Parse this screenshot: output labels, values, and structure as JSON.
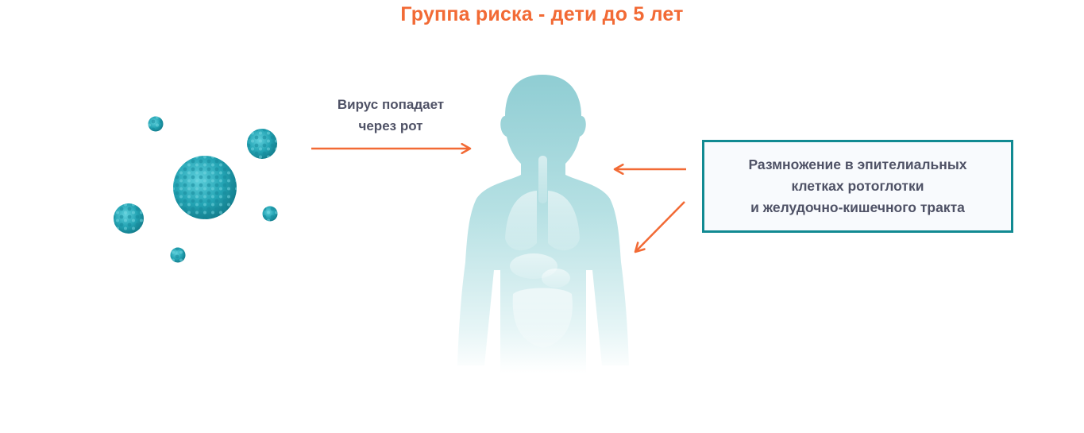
{
  "title": "Группа риска - дети до 5 лет",
  "entry_label": {
    "line1": "Вирус попадает",
    "line2": "через рот"
  },
  "replication_box": {
    "line1": "Размножение в эпителиальных",
    "line2": "клетках ротоглотки",
    "line3": "и желудочно-кишечного тракта"
  },
  "colors": {
    "title": "#f26a35",
    "arrow": "#f26a35",
    "box_border": "#118a92",
    "text": "#4f5266",
    "virus": "#27a9b8",
    "silhouette": "#8fcdd3"
  }
}
